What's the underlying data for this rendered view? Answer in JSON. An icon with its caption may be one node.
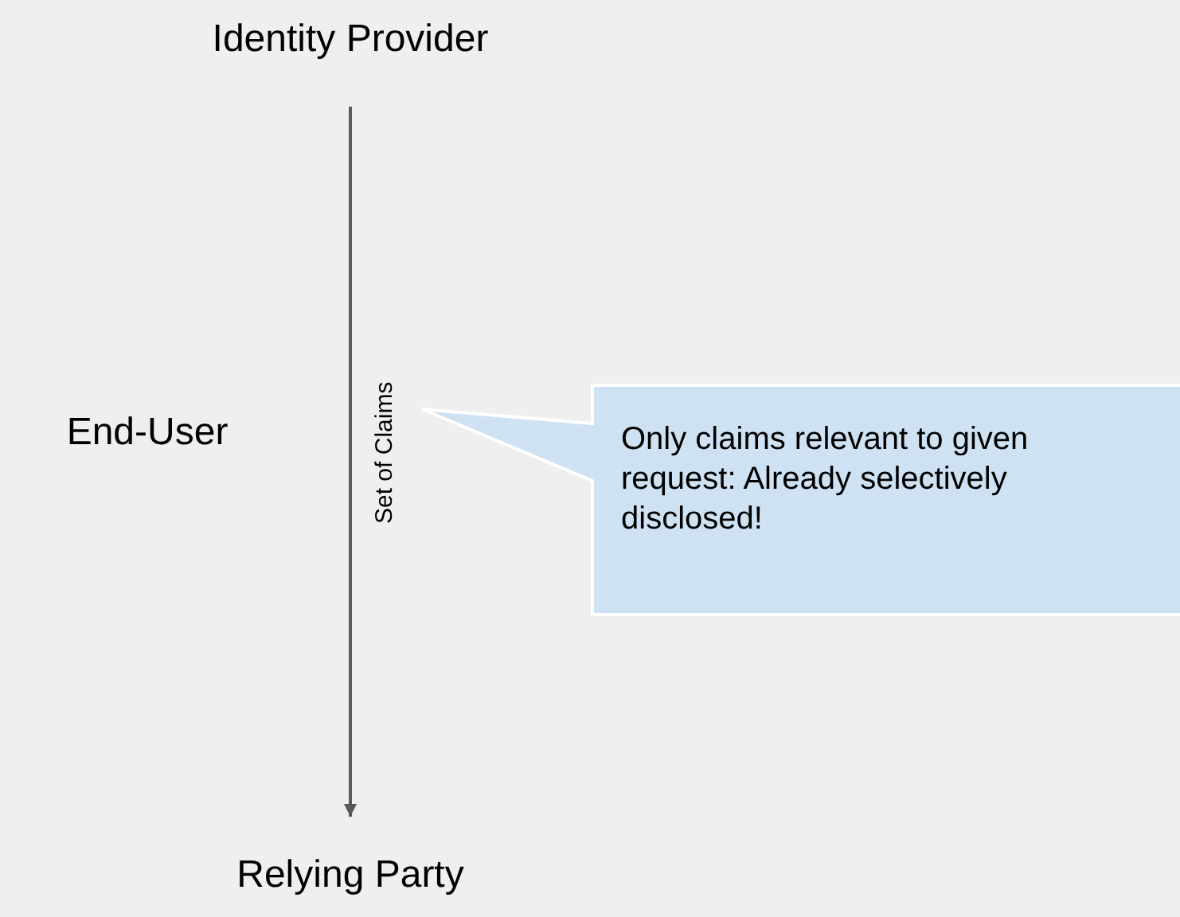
{
  "diagram": {
    "nodes": [
      {
        "text": [
          "Identity Provider"
        ]
      },
      {
        "text": [
          "End-User"
        ]
      },
      {
        "text": [
          "Relying Party"
        ]
      },
      {
        "text": [
          "Only claims relevant to given request: Already selectively disclosed!"
        ]
      }
    ],
    "edges": [
      {
        "from": 0,
        "to": 2,
        "arrow": "to",
        "label": "Set of Claims"
      }
    ]
  }
}
